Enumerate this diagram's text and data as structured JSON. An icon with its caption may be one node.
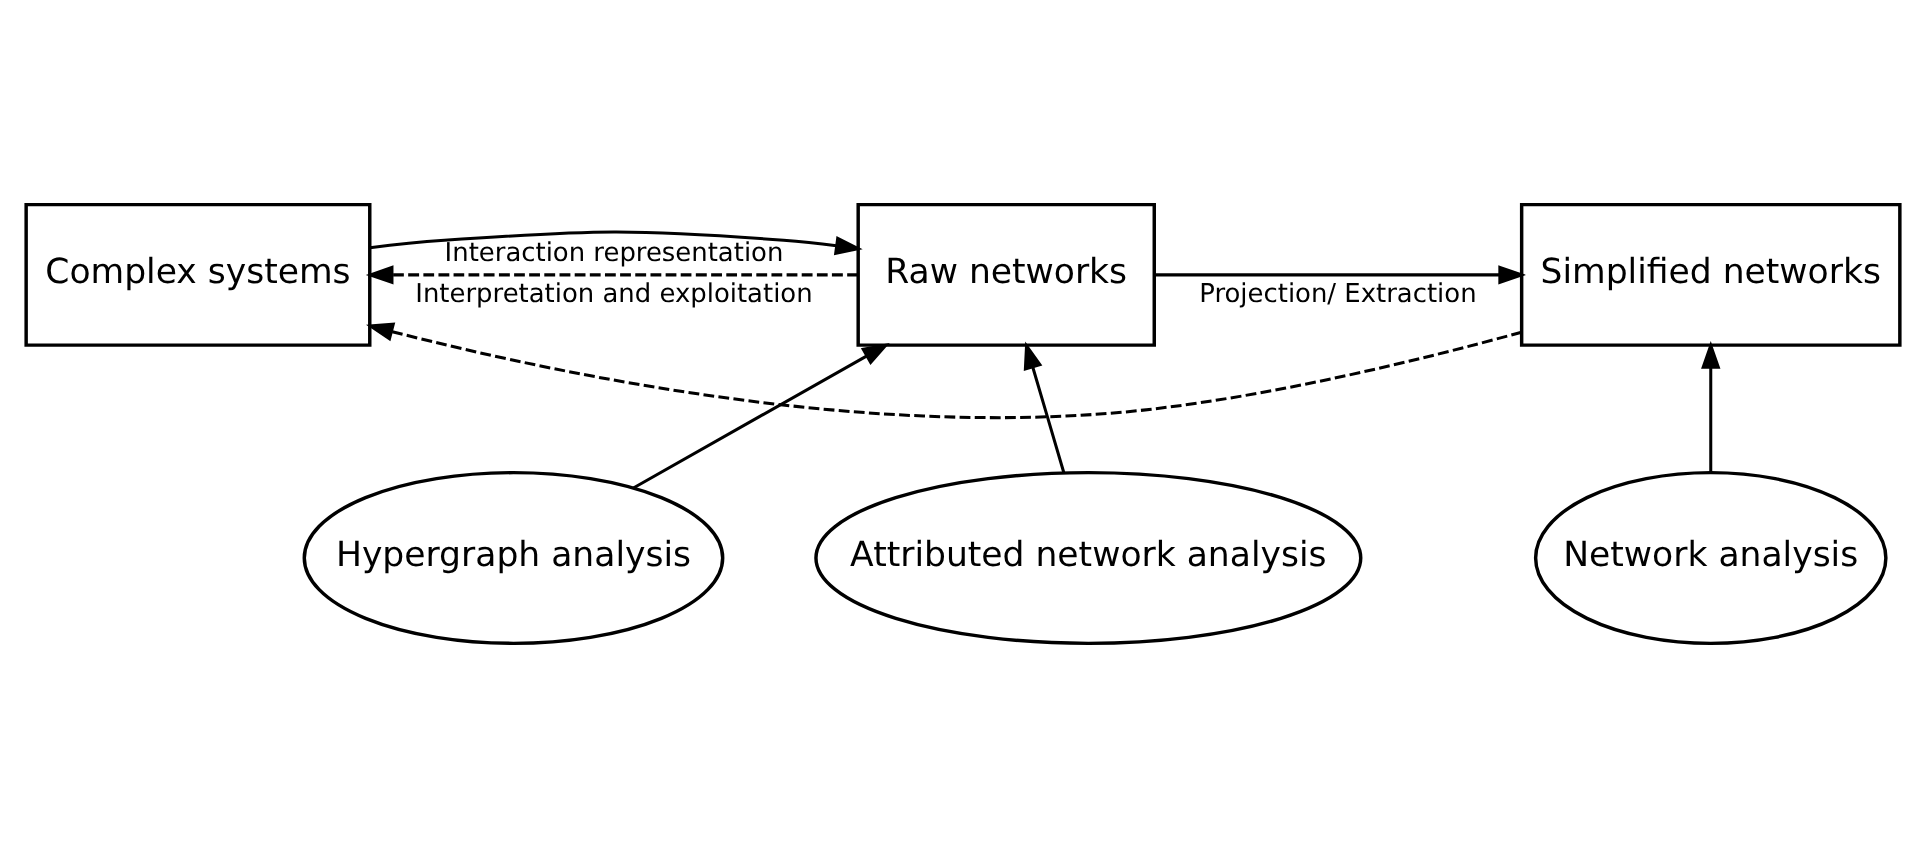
{
  "diagram": {
    "nodes": [
      {
        "text": [
          "Complex systems"
        ]
      },
      {
        "text": [
          "Raw networks"
        ]
      },
      {
        "text": [
          "Simplified networks"
        ]
      },
      {
        "text": [
          "Hypergraph analysis"
        ]
      },
      {
        "text": [
          "Attributed network analysis"
        ]
      },
      {
        "text": [
          "Network analysis"
        ]
      }
    ],
    "edges": [
      {
        "from": 0,
        "to": 1,
        "arrow": "to",
        "label": "Interaction representation"
      },
      {
        "from": 1,
        "to": 2,
        "arrow": "to",
        "label": "Projection/ Extraction"
      },
      {
        "from": 3,
        "to": 1,
        "arrow": "to"
      },
      {
        "from": 4,
        "to": 1,
        "arrow": "to"
      },
      {
        "from": 5,
        "to": 2,
        "arrow": "to"
      },
      {
        "from": 1,
        "to": 0,
        "arrow": "to",
        "style": "dashed",
        "label": "Interpretation and exploitation"
      },
      {
        "from": 2,
        "to": 0,
        "arrow": "to",
        "style": "dashed"
      }
    ]
  }
}
